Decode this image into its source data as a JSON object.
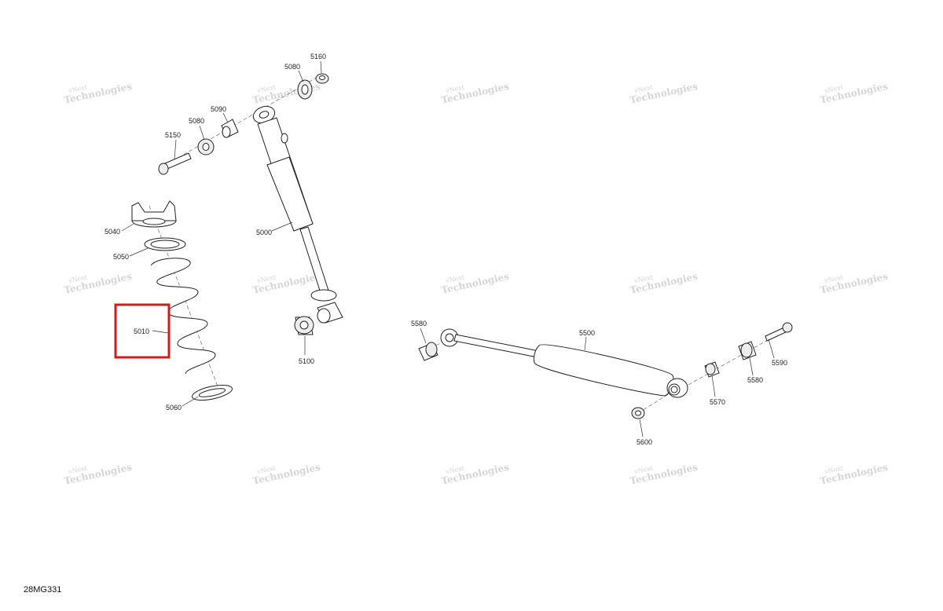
{
  "figure_id": "28MG331",
  "watermark": {
    "line1": "vNext",
    "line2": "Technologies"
  },
  "callouts": {
    "c5160": "5160",
    "c5080_top": "5080",
    "c5090": "5090",
    "c5080": "5080",
    "c5150": "5150",
    "c5000": "5000",
    "c5040": "5040",
    "c5050": "5050",
    "c5010": "5010",
    "c5060": "5060",
    "c5100": "5100",
    "c5580_left": "5580",
    "c5500": "5500",
    "c5590": "5590",
    "c5580_right": "5580",
    "c5570": "5570",
    "c5600": "5600"
  },
  "highlight": {
    "part": "5010",
    "color": "#d41b1b"
  }
}
